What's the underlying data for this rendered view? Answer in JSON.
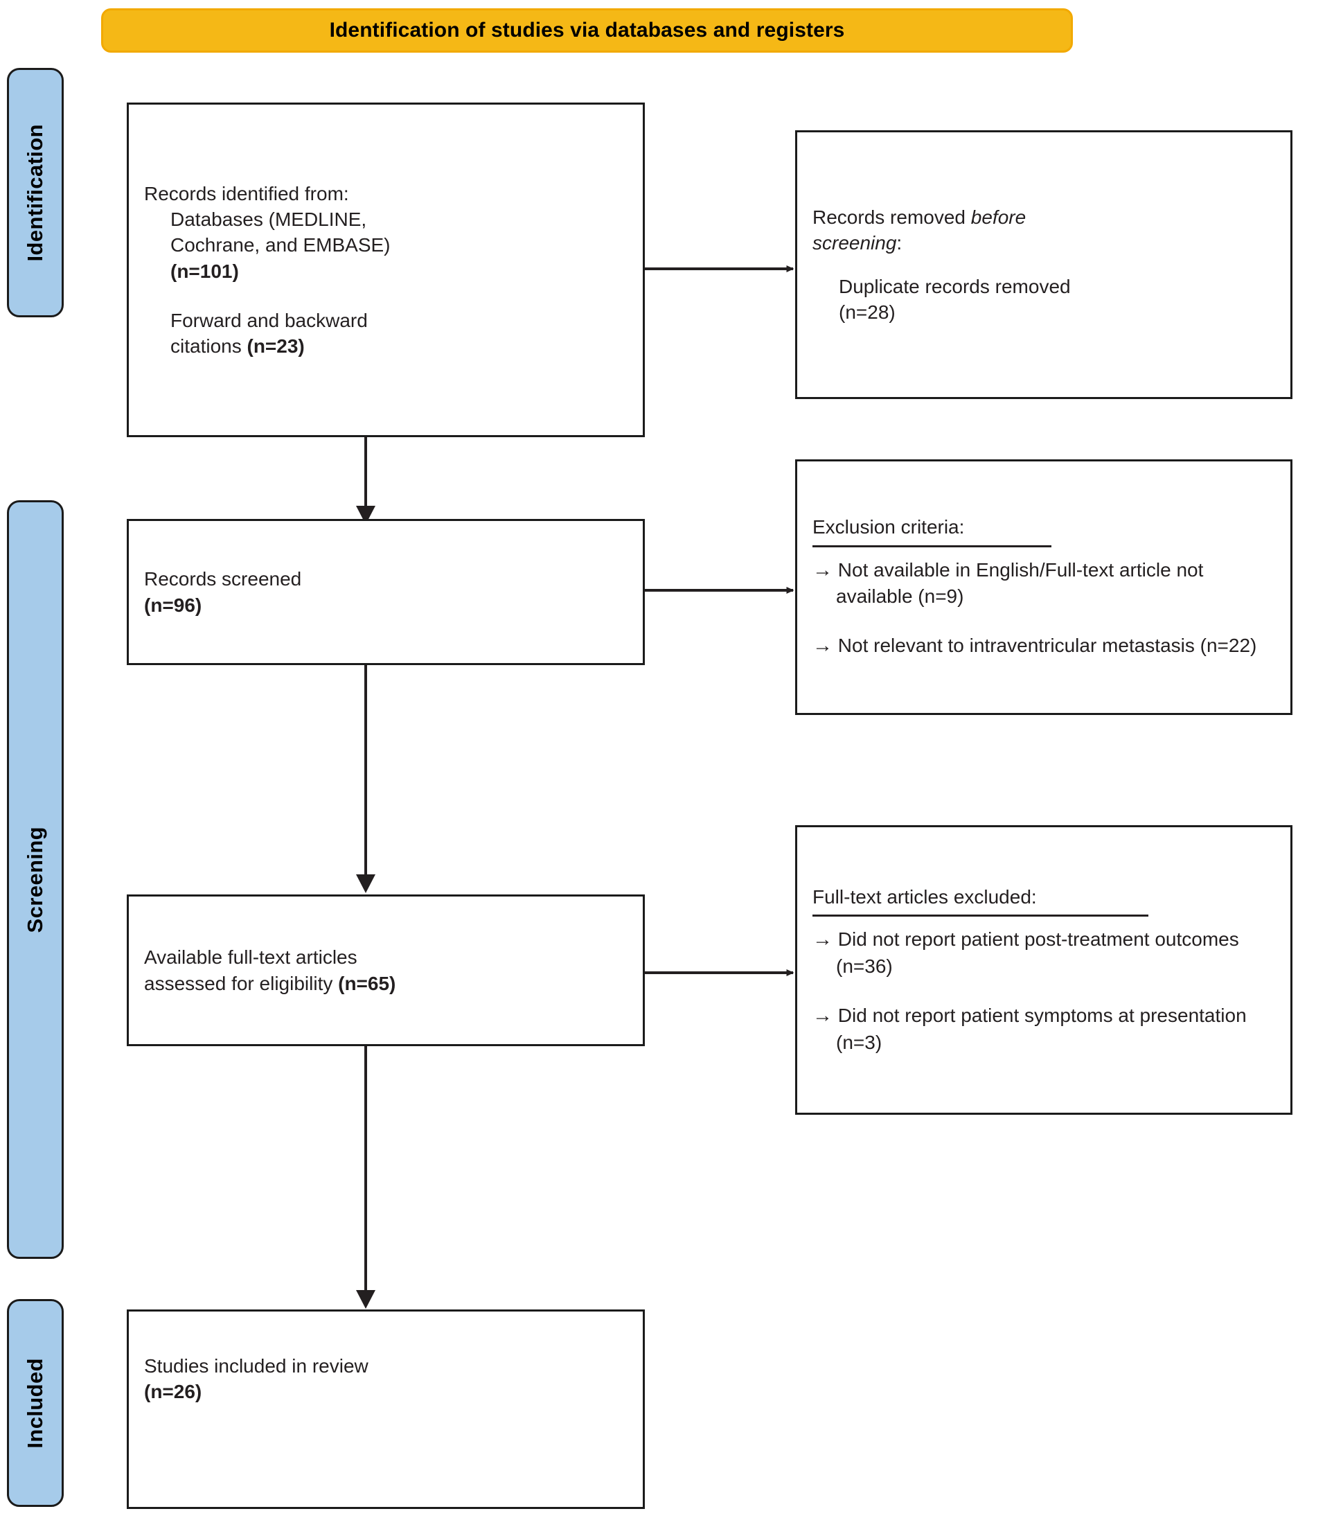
{
  "banner": {
    "title": "Identification of studies via databases and registers"
  },
  "stages": [
    {
      "id": "identification",
      "label": "Identification"
    },
    {
      "id": "screening",
      "label": "Screening"
    },
    {
      "id": "included",
      "label": "Included"
    }
  ],
  "boxes": {
    "records_identified": {
      "line1": "Records identified from:",
      "line2": "Databases (MEDLINE,",
      "line3": "Cochrane, and EMBASE)",
      "count1": "(n=101)",
      "line4": "Forward and backward",
      "line5": "citations ",
      "count2": "(n=23)"
    },
    "records_removed": {
      "line1": "Records removed ",
      "line1_italic": "before",
      "line2_italic": "screening",
      "line2_tail": ":",
      "line3": "Duplicate records removed",
      "count": "(n=28)"
    },
    "records_screened": {
      "line1": "Records screened",
      "count": "(n=96)"
    },
    "exclusion_criteria": {
      "heading": "Exclusion criteria:",
      "bullets": [
        {
          "arrow": "→",
          "text": " Not available in English/Full-text article not available (n=9)"
        },
        {
          "arrow": "→",
          "text": " Not relevant to intraventricular metastasis (n=22)"
        }
      ]
    },
    "fulltext_assessed": {
      "line1": "Available full-text articles",
      "line2": "assessed for eligibility ",
      "count": "(n=65)"
    },
    "fulltext_excluded": {
      "heading": "Full-text articles excluded:",
      "bullets": [
        {
          "arrow": "→",
          "text": " Did not report patient post-treatment outcomes (n=36)"
        },
        {
          "arrow": "→",
          "text": " Did not report patient symptoms at presentation (n=3)"
        }
      ]
    },
    "studies_included": {
      "line1": "Studies included in review",
      "count": "(n=26)"
    }
  },
  "colors": {
    "banner_fill": "#f5b816",
    "banner_border": "#f2a900",
    "stage_fill": "#a6cbea",
    "stroke": "#1b1b1b",
    "text": "#231f20"
  }
}
